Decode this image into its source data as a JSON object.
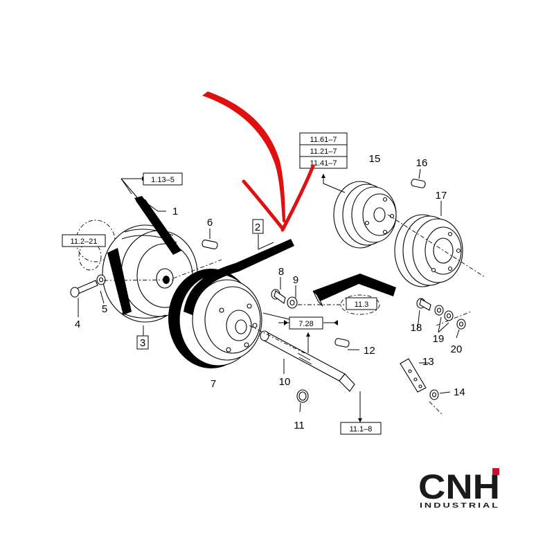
{
  "part_numbers": {
    "p1": "1",
    "p2": "2",
    "p3": "3",
    "p4": "4",
    "p5": "5",
    "p6": "6",
    "p7": "7",
    "p8": "8",
    "p9": "9",
    "p10": "10",
    "p11": "11",
    "p12": "12",
    "p13": "13",
    "p14": "14",
    "p15": "15",
    "p16": "16",
    "p17": "17",
    "p18": "18",
    "p19": "19",
    "p20": "20"
  },
  "references": {
    "r_1_13_5": "1.13–5",
    "r_11_2_21": "11.2–21",
    "r_11_61_7": "11.61–7",
    "r_11_21_7": "11.21–7",
    "r_11_41_7": "11.41–7",
    "r_11_3": "11.3",
    "r_7_28": "7.28",
    "r_11_1_8": "11.1–8"
  },
  "highlight": {
    "target_part": "2",
    "color": "#e01010"
  },
  "logo": {
    "name": "CNH",
    "subtitle": "INDUSTRIAL",
    "accent_color": "#c8102e"
  }
}
